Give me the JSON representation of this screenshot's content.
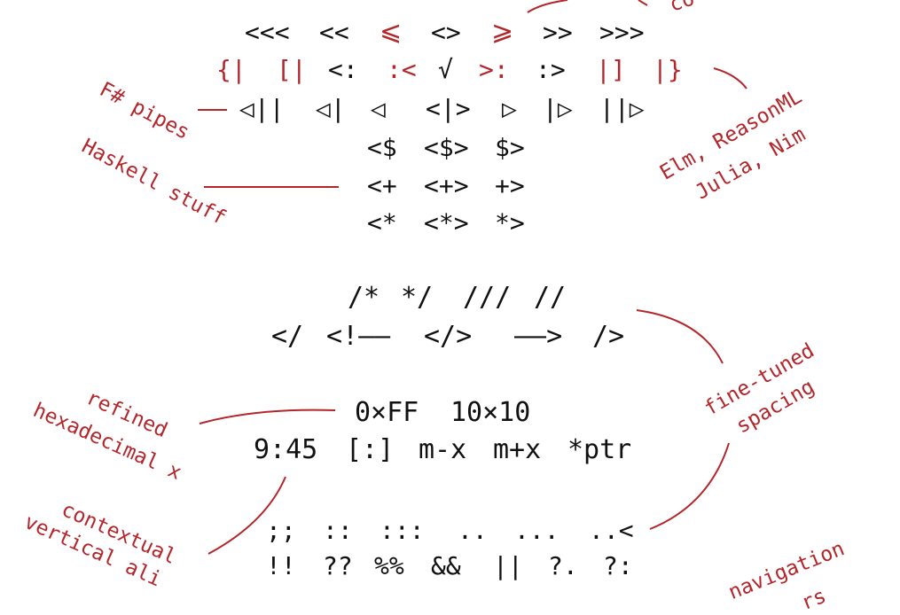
{
  "row1": {
    "t1": "<<<",
    "t2": "<<",
    "t3": "⩽",
    "t4": "<>",
    "t5": "⩾",
    "t6": ">>",
    "t7": ">>>"
  },
  "row2": {
    "t1": "{|",
    "t2": "[|",
    "t3": "<:",
    "t4": ":<",
    "t5": "√",
    "t6": ">:",
    "t7": ":>",
    "t8": "|]",
    "t9": "|}"
  },
  "row3": {
    "t1": "◁||",
    "t2": "◁|",
    "t3": "◁",
    "t4": "<|>",
    "t5": "▷",
    "t6": "|▷",
    "t7": "||▷"
  },
  "row4": {
    "t1": "<$",
    "t2": "<$>",
    "t3": "$>"
  },
  "row5": {
    "t1": "<+",
    "t2": "<+>",
    "t3": "+>"
  },
  "row6": {
    "t1": "<*",
    "t2": "<*>",
    "t3": "*>"
  },
  "row7": {
    "t1": "/*",
    "t2": "*/",
    "t3": "///",
    "t4": "//"
  },
  "row8": {
    "t1": "</",
    "t2": "<!——",
    "t3": "</>",
    "t4": "——>",
    "t5": "/>"
  },
  "row9": {
    "t1": "0×FF",
    "t2": "10×10"
  },
  "row10": {
    "t1": "9:45",
    "t2": "[:]",
    "t3": "m-x",
    "t4": "m+x",
    "t5": "*ptr"
  },
  "row11": {
    "t1": ";;",
    "t2": "::",
    "t3": ":::",
    "t4": "..",
    "t5": "...",
    "t6": "..<"
  },
  "row12": {
    "t1": "!!",
    "t2": "??",
    "t3": "%%",
    "t4": "&&",
    "t5": "||",
    "t6": "?.",
    "t7": "?:"
  },
  "notes": {
    "co": "co",
    "fsharp": "F# pipes",
    "haskell": "Haskell stuff",
    "elm1": "Elm, ReasonML",
    "elm2": "Julia, Nim",
    "finetuned1": "fine-tuned",
    "finetuned2": "spacing",
    "hex1": "refined",
    "hex2": "hexadecimal x",
    "ctx1": "contextual",
    "ctx2": "vertical ali",
    "nav1": "navigation",
    "nav2": "rs"
  },
  "colors": {
    "accent": "#b3262b",
    "text": "#111111",
    "background": "#ffffff"
  }
}
